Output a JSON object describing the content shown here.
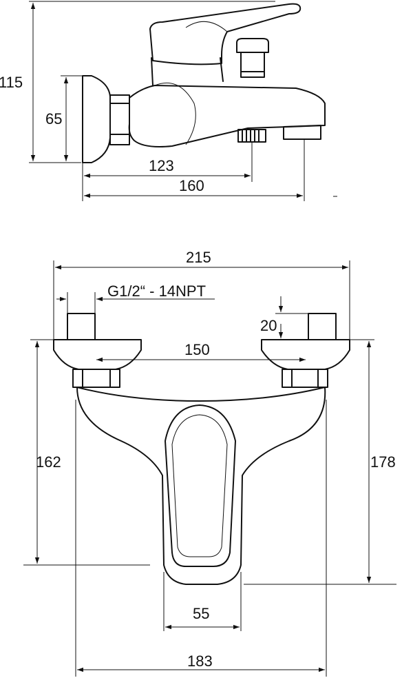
{
  "side_view": {
    "dim_115": "115",
    "dim_65": "65",
    "dim_123": "123",
    "dim_160": "160"
  },
  "front_view": {
    "dim_215": "215",
    "thread_spec": "G1/2“ - 14NPT",
    "dim_20": "20",
    "dim_150": "150",
    "dim_162": "162",
    "dim_178": "178",
    "dim_55": "55",
    "dim_183": "183"
  }
}
